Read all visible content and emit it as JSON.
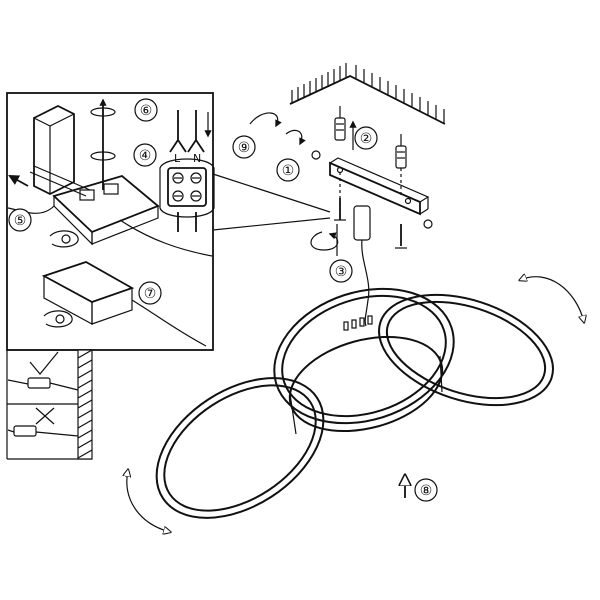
{
  "steps": [
    {
      "num": "①"
    },
    {
      "num": "②"
    },
    {
      "num": "③"
    },
    {
      "num": "④"
    },
    {
      "num": "⑤"
    },
    {
      "num": "⑥"
    },
    {
      "num": "⑦"
    },
    {
      "num": "⑧"
    },
    {
      "num": "⑨"
    }
  ],
  "terminal": {
    "live": "L",
    "neutral": "N"
  },
  "icons": {
    "correct": "checkmark-icon",
    "incorrect": "cross-icon",
    "rotate": "rotate-arrow-icon",
    "up": "up-arrow-icon",
    "down": "down-arrow-icon"
  }
}
